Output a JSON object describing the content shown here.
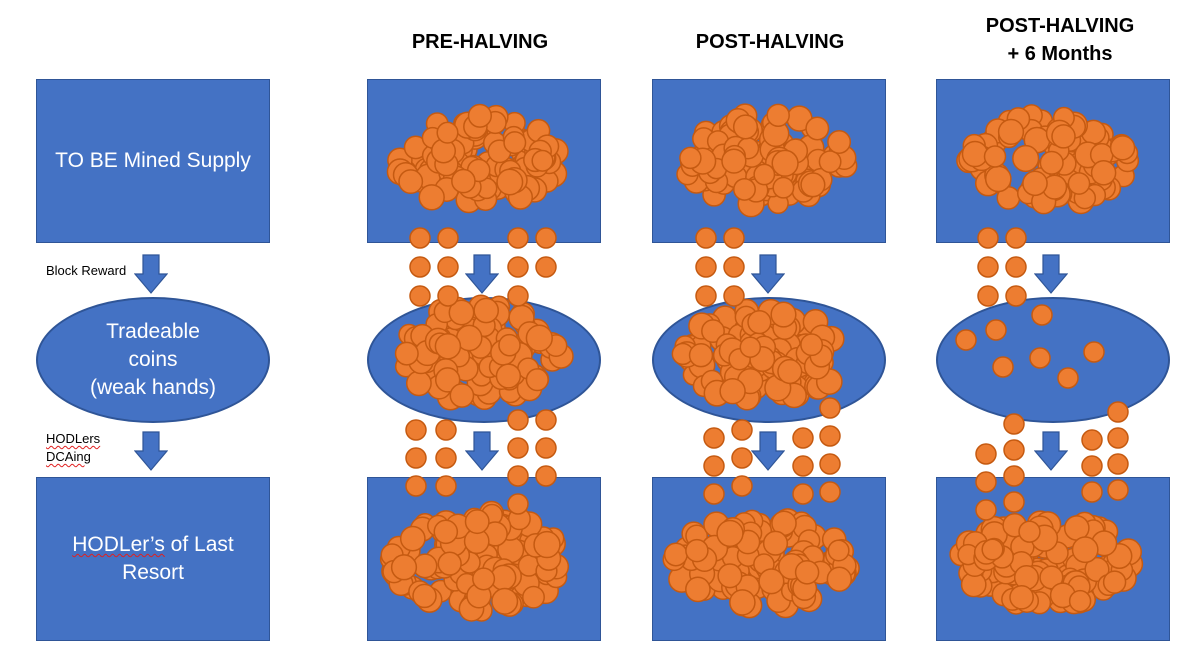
{
  "headers": {
    "pre": "PRE-HALVING",
    "post": "POST-HALVING",
    "post6": "POST-HALVING\n+ 6 Months"
  },
  "left": {
    "mined_supply": "TO BE Mined Supply",
    "tradeable_line1": "Tradeable",
    "tradeable_line2": "coins",
    "tradeable_line3": "(weak hands)",
    "hodl_word": "HODLer’s",
    "hodl_rest": " of Last",
    "hodl_line2": "Resort"
  },
  "labels": {
    "block_reward": "Block Reward",
    "hodlers": "HODLers",
    "dcaing": "DCAing"
  },
  "colors": {
    "box_fill": "#4472C4",
    "box_border": "#2F5597",
    "coin_fill": "#ED7D31",
    "coin_border": "#C55A11"
  },
  "icons": [
    "down-arrow-icon",
    "coin-icon"
  ]
}
